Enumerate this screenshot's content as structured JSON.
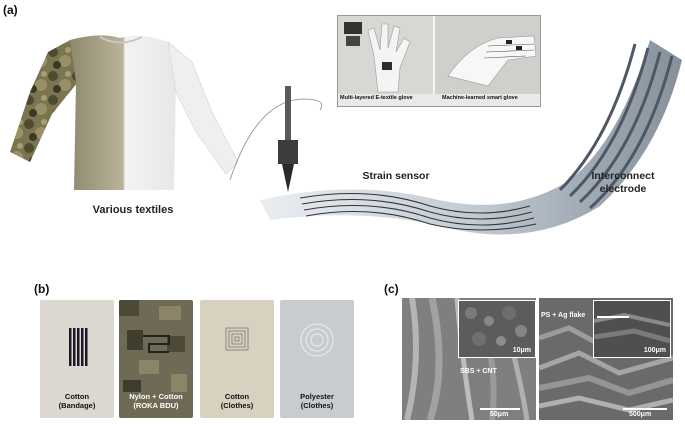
{
  "panels": {
    "a": "(a)",
    "b": "(b)",
    "c": "(c)"
  },
  "panel_a": {
    "labels": {
      "textiles": "Various textiles",
      "strain_sensor": "Strain sensor",
      "interconnect_line1": "Interconnect",
      "interconnect_line2": "electrode"
    },
    "photo_captions": {
      "left": "Multi-layered E-textile glove",
      "right": "Machine-learned smart glove"
    }
  },
  "panel_b": {
    "samples": [
      {
        "label": "Cotton\n(Bandage)",
        "text_color": "#111111",
        "bg": "#dcd8cf"
      },
      {
        "label": "Nylon + Cotton\n(ROKA BDU)",
        "text_color": "#ffffff",
        "bg": "#6f6a55"
      },
      {
        "label": "Cotton\n(Clothes)",
        "text_color": "#111111",
        "bg": "#d8d1bf"
      },
      {
        "label": "Polyester\n(Clothes)",
        "text_color": "#111111",
        "bg": "#c9ccce"
      }
    ]
  },
  "panel_c": {
    "left": {
      "annotation": "SBS + CNT",
      "inset_scale": "10μm",
      "main_scale": "50μm"
    },
    "right": {
      "annotation": "PS + Ag flake",
      "inset_scale": "100μm",
      "main_scale": "500μm"
    }
  },
  "colors": {
    "camo_green": "#6b6a47",
    "fabric_white": "#f3f3f1",
    "sensor_gray": "#5f6a74",
    "electrode_steel": "#7f8b97"
  }
}
